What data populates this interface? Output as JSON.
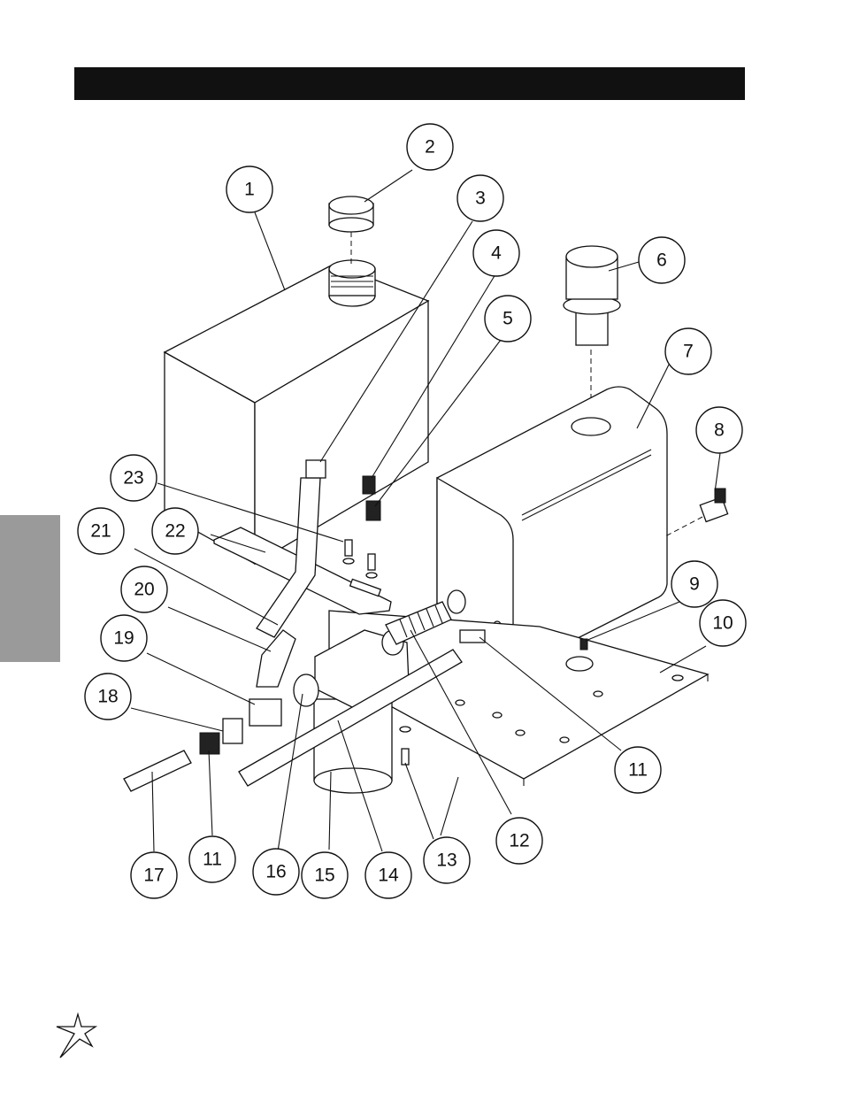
{
  "header": {
    "title": ""
  },
  "side_tab": {
    "label": ""
  },
  "colors": {
    "bar": "#111111",
    "tab": "#9a9a9a",
    "line": "#111111"
  },
  "logo": {
    "name": "star-burst-logo-icon"
  },
  "callouts": [
    {
      "label": "1"
    },
    {
      "label": "2"
    },
    {
      "label": "3"
    },
    {
      "label": "4"
    },
    {
      "label": "5"
    },
    {
      "label": "6"
    },
    {
      "label": "7"
    },
    {
      "label": "8"
    },
    {
      "label": "9"
    },
    {
      "label": "10"
    },
    {
      "label": "11"
    },
    {
      "label": "12"
    },
    {
      "label": "13"
    },
    {
      "label": "14"
    },
    {
      "label": "15"
    },
    {
      "label": "16"
    },
    {
      "label": "17"
    },
    {
      "label": "11"
    },
    {
      "label": "18"
    },
    {
      "label": "19"
    },
    {
      "label": "20"
    },
    {
      "label": "21"
    },
    {
      "label": "22"
    },
    {
      "label": "23"
    }
  ]
}
